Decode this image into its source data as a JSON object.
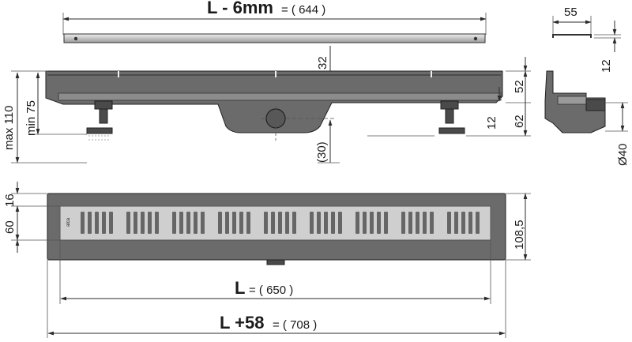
{
  "top_profile": {
    "length_label": "L - 6mm",
    "length_value": "= ( 644 )",
    "height_32": "32"
  },
  "side_view": {
    "max_height": "max 110",
    "min_height": "min 75",
    "outlet_offset": "(30)",
    "height_52": "52",
    "height_62": "62",
    "height_12_lower": "12"
  },
  "cross_section": {
    "width_55": "55",
    "height_12": "12",
    "outlet_diameter": "Ø40"
  },
  "plan_view": {
    "dim_16": "16",
    "dim_60": "60",
    "dim_108_5": "108,5",
    "brand_text": "alca",
    "length_L_label": "L",
    "length_L_value": "= ( 650 )",
    "length_L58_label": "L +58",
    "length_L58_value": "= ( 708 )"
  }
}
